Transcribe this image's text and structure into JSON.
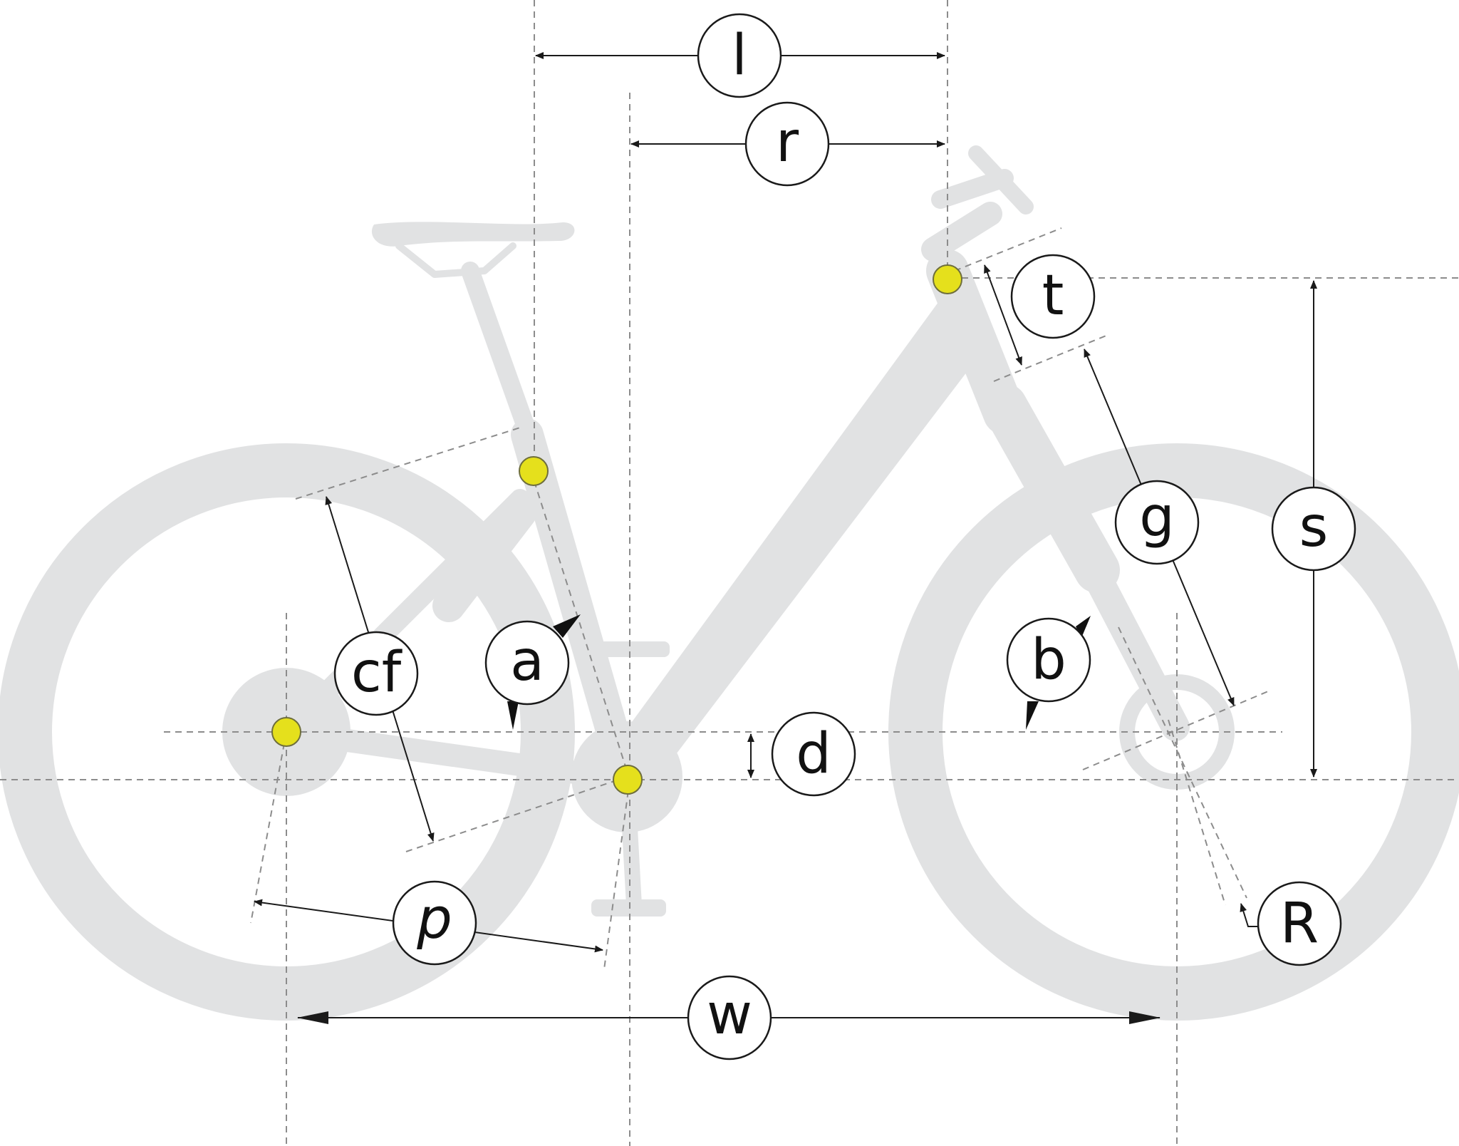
{
  "diagram": {
    "labels": {
      "l": "l",
      "r": "r",
      "t": "t",
      "s": "s",
      "g": "g",
      "cf": "cf",
      "a": "a",
      "b": "b",
      "d": "d",
      "p": "p",
      "R": "R",
      "w": "w"
    },
    "colors": {
      "bike_silhouette": "#e1e2e3",
      "measure_point": "#e5e01c",
      "dimension_line": "#1a1a1a",
      "guide_line": "#8c8c8c"
    }
  }
}
